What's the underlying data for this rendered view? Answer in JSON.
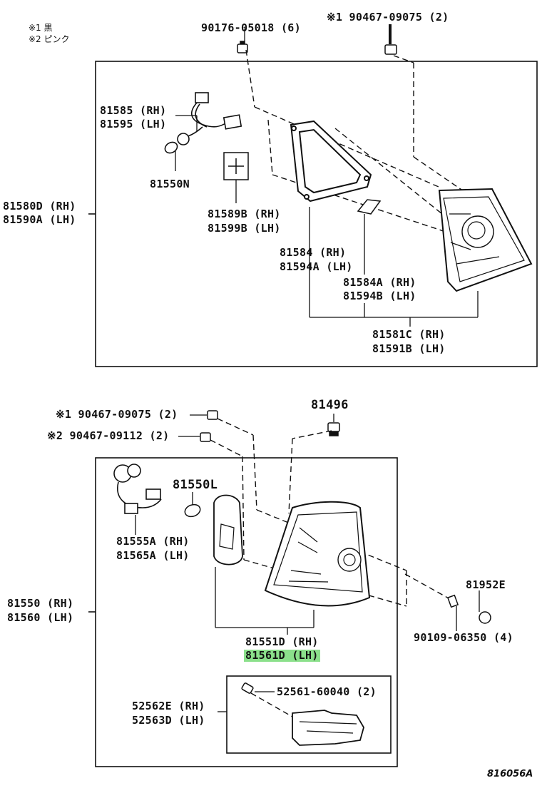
{
  "legend": {
    "note1": "※1 黒",
    "note2": "※2 ピンク"
  },
  "upper_group": {
    "screw_top_left": "90176-05018 (6)",
    "screw_top_right": "※1 90467-09075 (2)",
    "socket_rh": "81585 (RH)",
    "socket_lh": "81595 (LH)",
    "bulb": "81550N",
    "pad_rh": "81589B (RH)",
    "pad_lh": "81599B (LH)",
    "assembly_rh": "81580D (RH)",
    "assembly_lh": "81590A (LH)",
    "gasket_rh": "81584 (RH)",
    "gasket_lh": "81594A (LH)",
    "gasket2_rh": "81584A (RH)",
    "gasket2_lh": "81594B (LH)",
    "lens_rh": "81581C (RH)",
    "lens_lh": "81591B (LH)"
  },
  "lower_group": {
    "clip1": "※1 90467-09075 (2)",
    "clip2": "※2 90467-09112 (2)",
    "nut": "81496",
    "bulb": "81550L",
    "socket_rh": "81555A (RH)",
    "socket_lh": "81565A (LH)",
    "assembly_rh": "81550 (RH)",
    "assembly_lh": "81560 (LH)",
    "lens_rh": "81551D (RH)",
    "lens_lh": "81561D (LH)",
    "cushion": "81952E",
    "bolt": "90109-06350 (4)",
    "screw": "52561-60040 (2)",
    "bracket_rh": "52562E (RH)",
    "bracket_lh": "52563D (LH)"
  },
  "diagram_code": "816056A",
  "highlight_color": "#8be08b"
}
